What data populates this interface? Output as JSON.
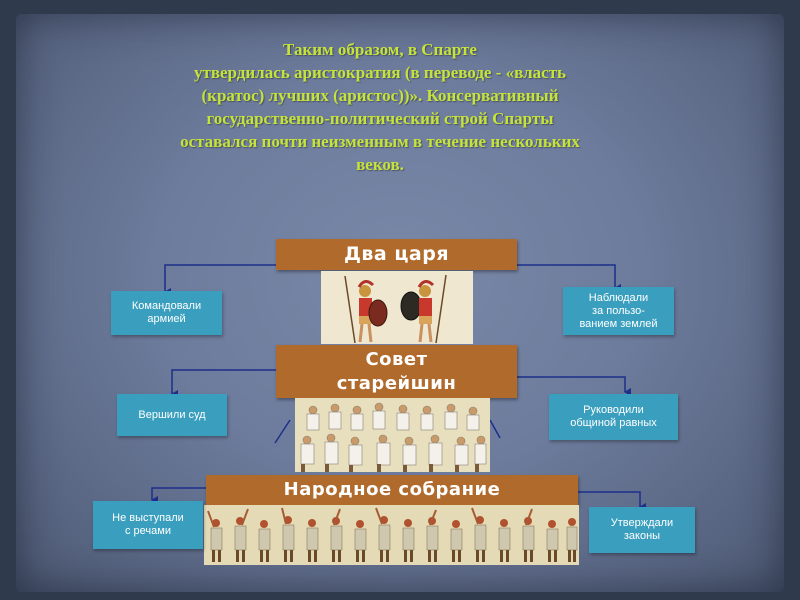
{
  "intro_lines": [
    "Таким образом, в Спарте",
    "утвердилась аристократия (в переводе - «власть",
    "(кратос) лучших (аристос))». Консервативный",
    "государственно-политический строй Спарты",
    "оставался почти неизменным в течение нескольких",
    "веков."
  ],
  "tiers": {
    "kings": "Два царя",
    "council_line1": "Совет",
    "council_line2": "старейшин",
    "assembly": "Народное собрание"
  },
  "functions": {
    "command_line1": "Командовали",
    "command_line2": "армией",
    "observe_line1": "Наблюдали",
    "observe_line2": "за пользо-",
    "observe_line3": "ванием землей",
    "judge": "Вершили суд",
    "lead_line1": "Руководили",
    "lead_line2": "общиной равных",
    "nospeech_line1": "Не выступали",
    "nospeech_line2": "с речами",
    "approve_line1": "Утверждали",
    "approve_line2": "законы"
  },
  "colors": {
    "background": "#6d7b9c",
    "title_text": "#c5e33a",
    "tier_fill": "#b06a2c",
    "function_fill": "#3a9fbe",
    "connector": "#1c2f8a"
  }
}
